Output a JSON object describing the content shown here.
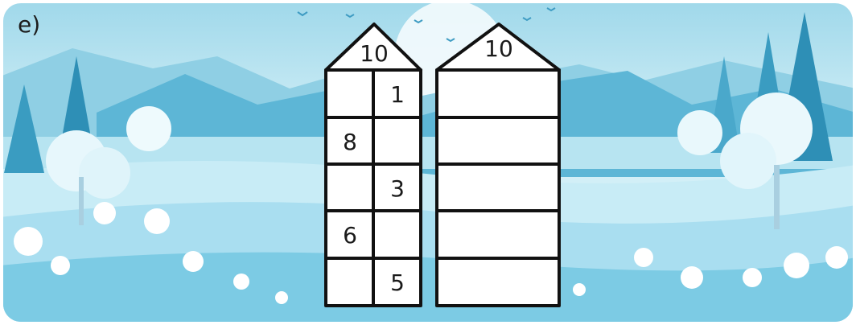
{
  "exercise_label": "e)",
  "houses": [
    {
      "roof_number": "10",
      "rows": [
        {
          "left": "",
          "right": "1"
        },
        {
          "left": "8",
          "right": ""
        },
        {
          "left": "",
          "right": "3"
        },
        {
          "left": "6",
          "right": ""
        },
        {
          "left": "",
          "right": "5"
        }
      ]
    },
    {
      "roof_number": "10",
      "rows": [
        {
          "left": ""
        },
        {
          "left": ""
        },
        {
          "left": ""
        },
        {
          "left": ""
        },
        {
          "left": ""
        }
      ]
    }
  ]
}
